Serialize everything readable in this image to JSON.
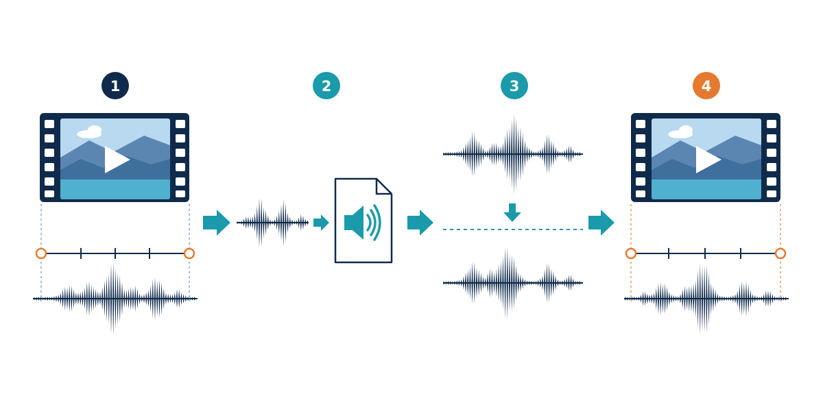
{
  "steps": [
    {
      "label": "1",
      "color": "#0f2a4a"
    },
    {
      "label": "2",
      "color": "#1a9aaa"
    },
    {
      "label": "3",
      "color": "#1a9aaa"
    },
    {
      "label": "4",
      "color": "#e57a2e"
    }
  ],
  "colors": {
    "navy": "#0f2a4a",
    "teal": "#1a9aaa",
    "orange": "#e57a2e",
    "sky": "#b8d9f0",
    "mountain_far": "#5b86b2",
    "mountain_near": "#3f6f9c",
    "water": "#4fb1cf"
  },
  "icons": [
    "film-icon",
    "play-icon",
    "timeline-icon",
    "waveform-icon",
    "audio-file-icon",
    "speaker-icon",
    "arrow-right-icon",
    "arrow-down-icon"
  ]
}
